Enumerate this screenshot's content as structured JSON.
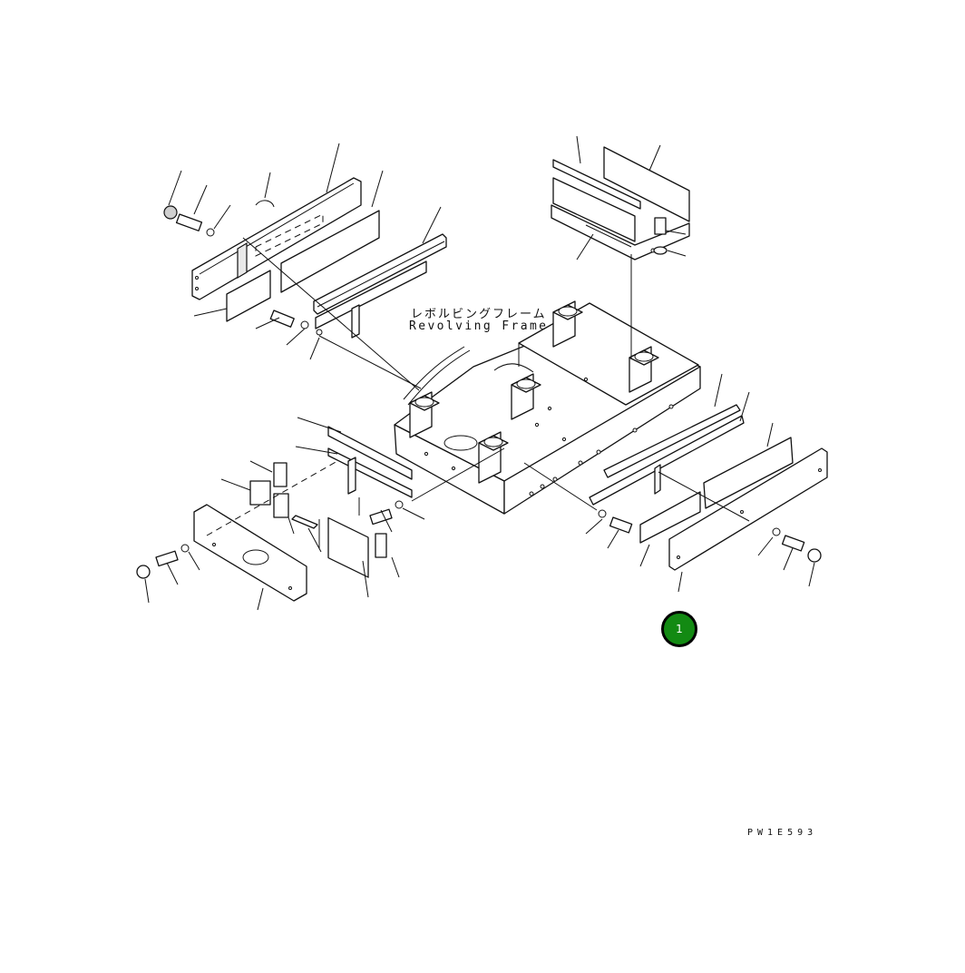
{
  "frame_label_jp": "レボルビングフレーム",
  "frame_label_en": "Revolving Frame",
  "drawing_code": "PW1E593",
  "callout_number": "1",
  "colors": {
    "callout_fill": "#138a13",
    "line": "#111111",
    "background": "#ffffff"
  }
}
